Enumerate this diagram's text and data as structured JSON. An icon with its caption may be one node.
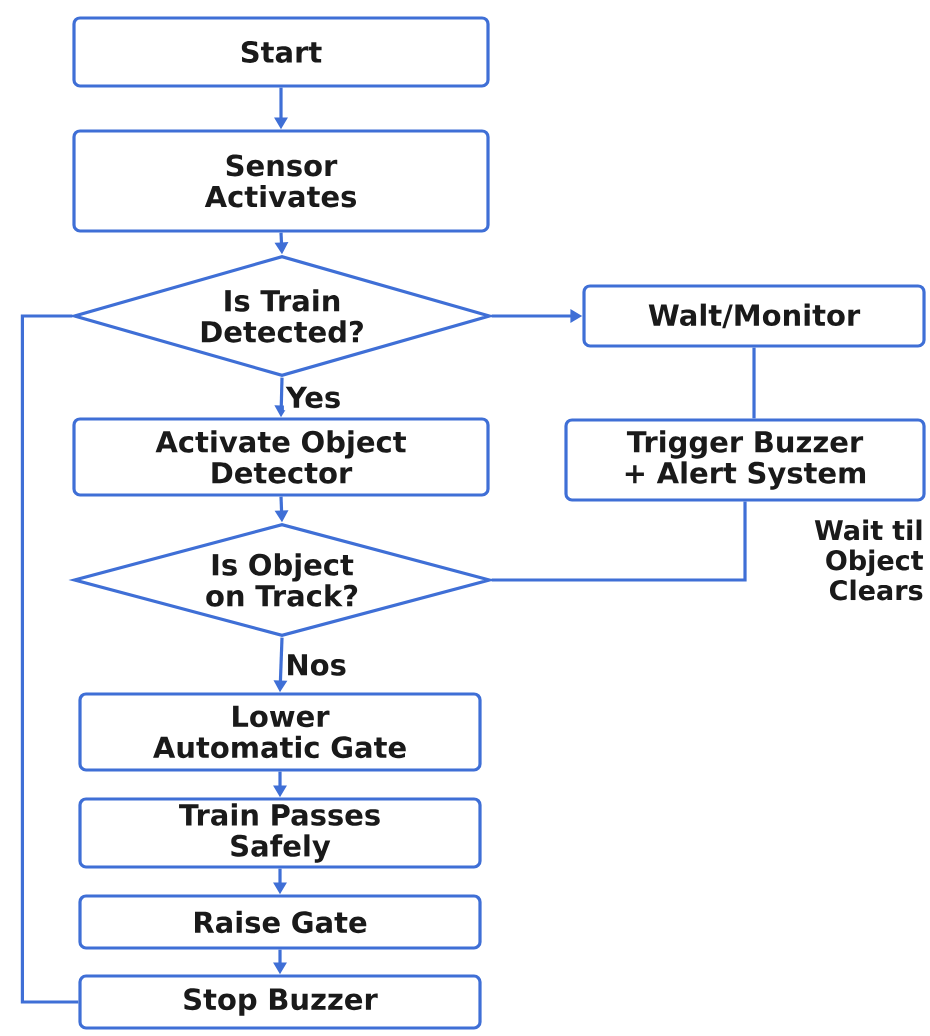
{
  "diagram": {
    "nodes": [
      {
        "text": [
          "Start"
        ]
      },
      {
        "text": [
          "Sensor Activates"
        ]
      },
      {
        "text": [
          "Is Train Detected?"
        ]
      },
      {
        "text": [
          "Walt/Monitor"
        ]
      },
      {
        "text": [
          "Activate Object Detector"
        ]
      },
      {
        "text": [
          "Is Object on Track?"
        ]
      },
      {
        "text": [
          "Trigger Buzzer + Alert System"
        ]
      },
      {
        "text": [
          "Lower Automatic Gate"
        ]
      },
      {
        "text": [
          "Train Passes Safely"
        ]
      },
      {
        "text": [
          "Raise Gate"
        ]
      },
      {
        "text": [
          "Stop Buzzer"
        ]
      }
    ],
    "edges": [
      {
        "from": 0,
        "to": 1,
        "arrow": "to"
      },
      {
        "from": 1,
        "to": 2,
        "arrow": "to"
      },
      {
        "from": 2,
        "to": 3,
        "arrow": "to"
      },
      {
        "from": 2,
        "to": 4,
        "arrow": "to",
        "label": "Yes"
      },
      {
        "from": 4,
        "to": 5,
        "arrow": "to"
      },
      {
        "from": 3,
        "to": 6,
        "arrow": "none"
      },
      {
        "from": 6,
        "to": 5,
        "arrow": "none",
        "label": "Wait til Object Clears"
      },
      {
        "from": 5,
        "to": 7,
        "arrow": "to",
        "label": "Nos"
      },
      {
        "from": 7,
        "to": 8,
        "arrow": "to"
      },
      {
        "from": 8,
        "to": 9,
        "arrow": "to"
      },
      {
        "from": 9,
        "to": 10,
        "arrow": "to"
      },
      {
        "from": 10,
        "to": 2,
        "arrow": "none"
      }
    ]
  }
}
